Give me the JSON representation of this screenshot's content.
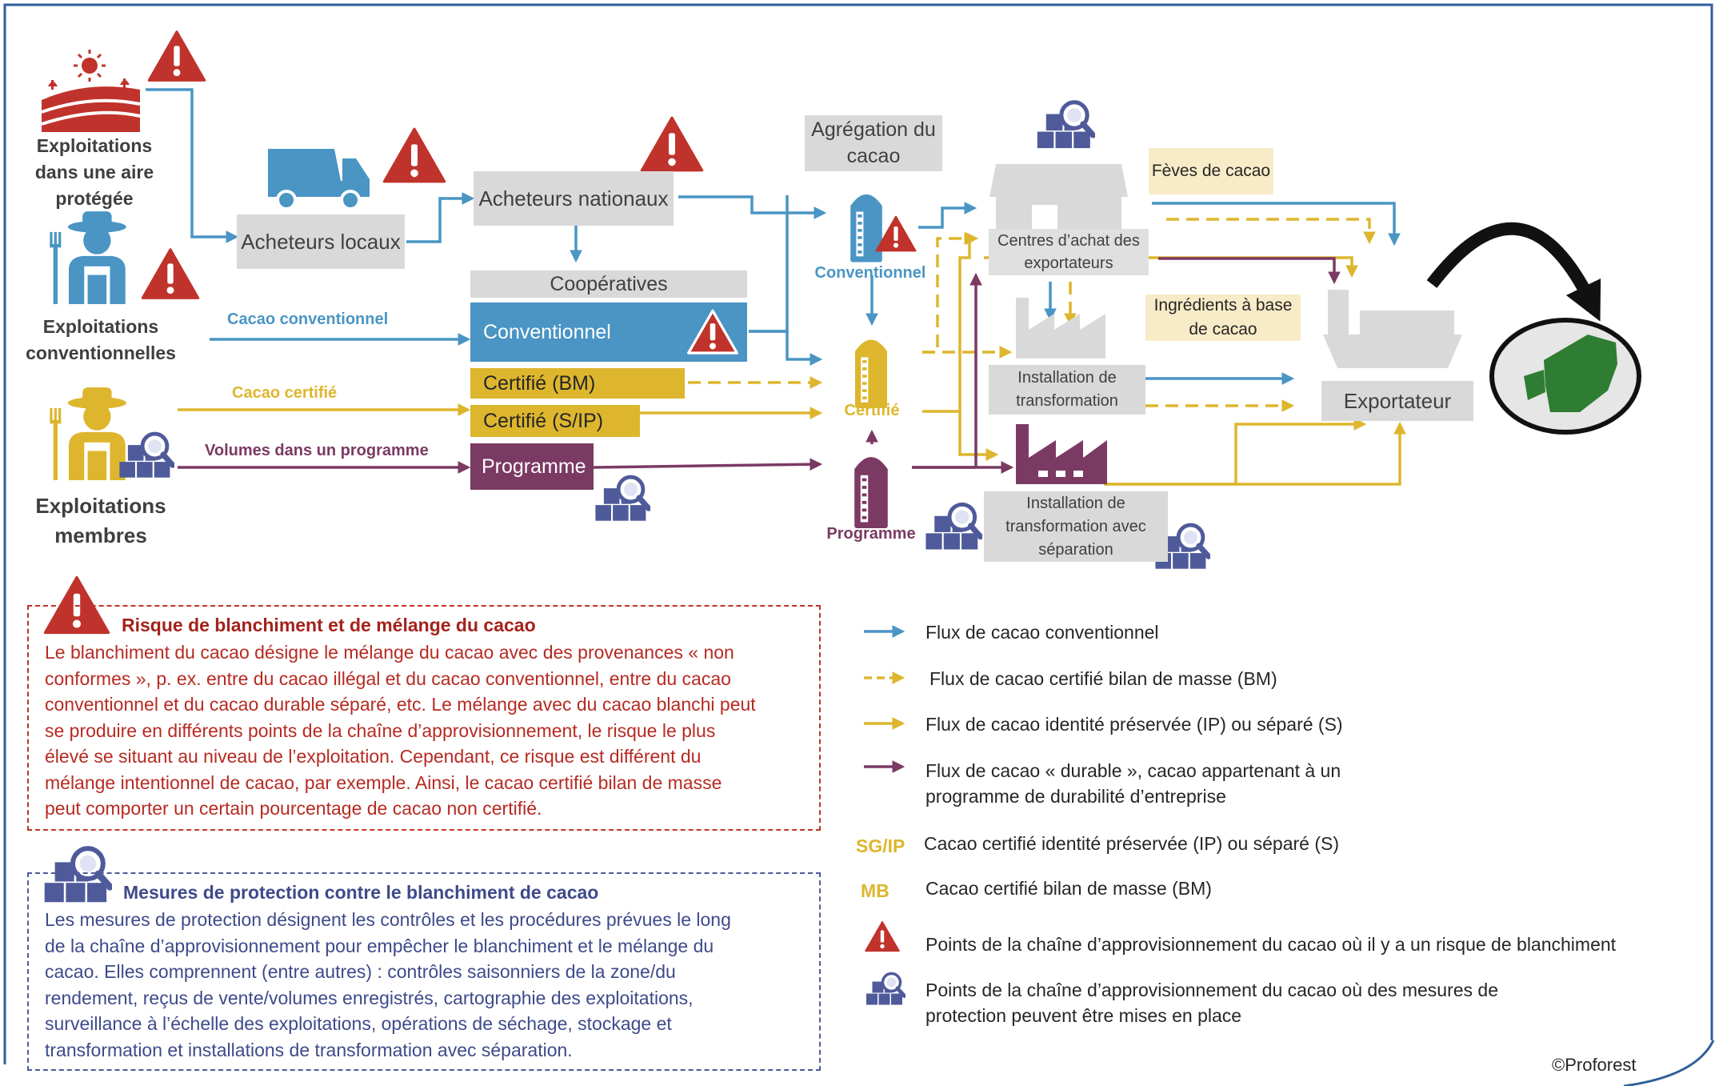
{
  "colors": {
    "conventional": "#4a95c4",
    "certified": "#ddb62e",
    "programme": "#7b3a63",
    "risk": "#c0332c",
    "protection": "#4f5a9a",
    "grey_box": "#d9d9d9",
    "note_box": "#f8ebc7",
    "eu_green": "#2e7d32"
  },
  "sources": {
    "protected_area": "Exploitations dans une aire protégée",
    "conventional_farms": "Exploitations conventionnelles",
    "member_farms": "Exploitations membres"
  },
  "nodes": {
    "local_buyers": "Acheteurs locaux",
    "national_buyers": "Acheteurs nationaux",
    "cooperatives": "Coopératives",
    "coop_conventional": "Conventionnel",
    "coop_mb": "Certifié (BM)",
    "coop_sip": "Certifié (S/IP)",
    "coop_programme": "Programme",
    "aggregation": "Agrégation du cacao",
    "silo_conventional": "Conventionnel",
    "silo_certified": "Certifié",
    "silo_programme": "Programme",
    "buying_centres": "Centres d’achat des exportateurs",
    "processing": "Installation de transformation",
    "processing_segregated": "Installation de transformation avec séparation",
    "beans_note": "Fèves de cacao",
    "ingredients_note": "Ingrédients à base de cacao",
    "exporter": "Exportateur"
  },
  "flow_labels": {
    "conventional": "Cacao conventionnel",
    "certified": "Cacao certifié",
    "programme": "Volumes dans un programme"
  },
  "risk_panel": {
    "title": "Risque de blanchiment et de mélange du cacao",
    "lines": [
      "Le blanchiment du cacao désigne le mélange du cacao avec des provenances « non",
      "conformes », p. ex. entre du cacao illégal et du cacao conventionnel, entre du cacao",
      "conventionnel et du cacao durable séparé, etc. Le mélange avec du cacao blanchi peut",
      "se produire en différents points de la chaîne d’approvisionnement, le risque le plus",
      "élevé se situant au niveau de l’exploitation. Cependant, ce risque est différent du",
      "mélange intentionnel de cacao, par exemple. Ainsi, le cacao certifié bilan de masse",
      "peut comporter un certain pourcentage de cacao non certifié."
    ]
  },
  "protection_panel": {
    "title": "Mesures de protection contre le blanchiment de cacao",
    "lines": [
      "Les mesures de protection désignent les contrôles et les procédures prévues le long",
      "de la chaîne d’approvisionnement pour empêcher le blanchiment et le mélange du",
      "cacao. Elles comprennent (entre autres) : contrôles saisonniers de la zone/du",
      "rendement, reçus de vente/volumes enregistrés, cartographie des exploitations,",
      "surveillance à l’échelle des exploitations, opérations de séchage, stockage et",
      "transformation et installations de transformation avec séparation."
    ]
  },
  "legend": {
    "conventional_flow": "Flux de cacao conventionnel",
    "mb_flow": "Flux de cacao certifié bilan de masse (BM)",
    "ip_flow": "Flux de cacao identité préservée (IP) ou séparé (S)",
    "sustainable_flow_1": "Flux de cacao « durable », cacao appartenant à un",
    "sustainable_flow_2": "programme de durabilité d’entreprise",
    "sgip_code": "SG/IP",
    "sgip_text": "Cacao certifié identité préservée (IP) ou séparé (S)",
    "mb_code": "MB",
    "mb_text": "Cacao certifié bilan de masse (BM)",
    "risk_text": "Points de la chaîne d’approvisionnement du cacao où il y a un risque de blanchiment",
    "protection_text_1": "Points de la chaîne d’approvisionnement du cacao où des mesures de",
    "protection_text_2": "protection peuvent être mises en place"
  },
  "credit": "©Proforest",
  "icons": [
    "farm-icon",
    "farmer-icon",
    "member-farmer-icon",
    "truck-icon",
    "silo-icon",
    "shop-icon",
    "factory-icon",
    "ship-icon",
    "globe-icon",
    "warning-icon",
    "protection-icon"
  ]
}
